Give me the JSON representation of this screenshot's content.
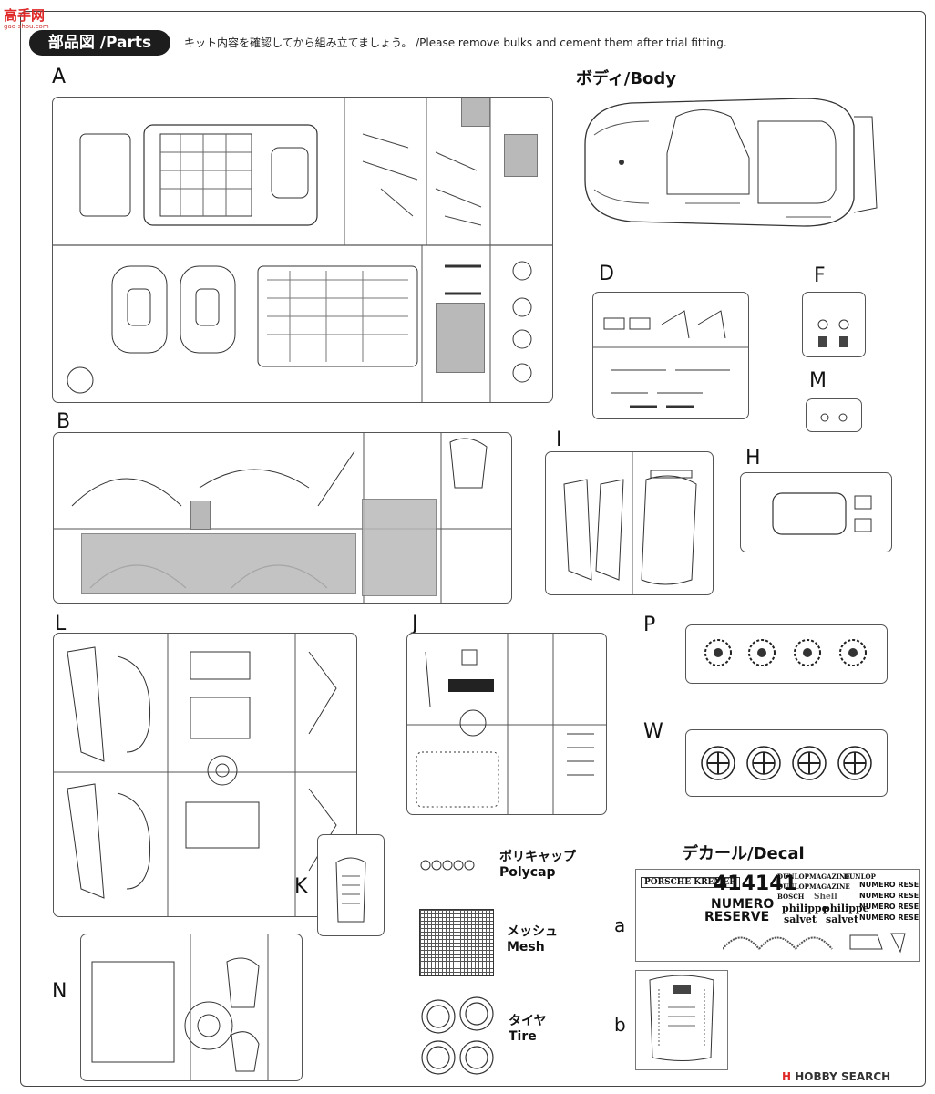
{
  "header": {
    "title": "部品図 /Parts",
    "instruction": "キット内容を確認してから組み立てましょう。 /Please remove bulks and cement them after trial fitting."
  },
  "watermarks": {
    "left": "高手网",
    "left_sub": "gao-shou.com",
    "right_prefix": "H",
    "right_text": "HOBBY SEARCH"
  },
  "sprue_letters": {
    "A": "A",
    "B": "B",
    "D": "D",
    "F": "F",
    "M": "M",
    "I": "I",
    "H": "H",
    "L": "L",
    "J": "J",
    "P": "P",
    "W": "W",
    "K": "K",
    "N": "N"
  },
  "titles": {
    "body": "ボディ/Body",
    "decal": "デカール/Decal"
  },
  "extras": {
    "polycap_jp": "ポリキャップ",
    "polycap_en": "Polycap",
    "mesh_jp": "メッシュ",
    "mesh_en": "Mesh",
    "tire_jp": "タイヤ",
    "tire_en": "Tire"
  },
  "decal_sheets": {
    "a": "a",
    "b": "b"
  },
  "decal_texts": {
    "number": "414141",
    "kremer": "PORSCHE KREMER",
    "numero": "NUMERO",
    "reserve": "RESERVE",
    "numero_reserve": "NUMERO RESERVE",
    "philippe": "philippe",
    "salvet": "salvet",
    "dunlop": "DUNLOP",
    "magazine": "MAGAZINE",
    "bosch": "BOSCH",
    "shell": "Shell"
  }
}
